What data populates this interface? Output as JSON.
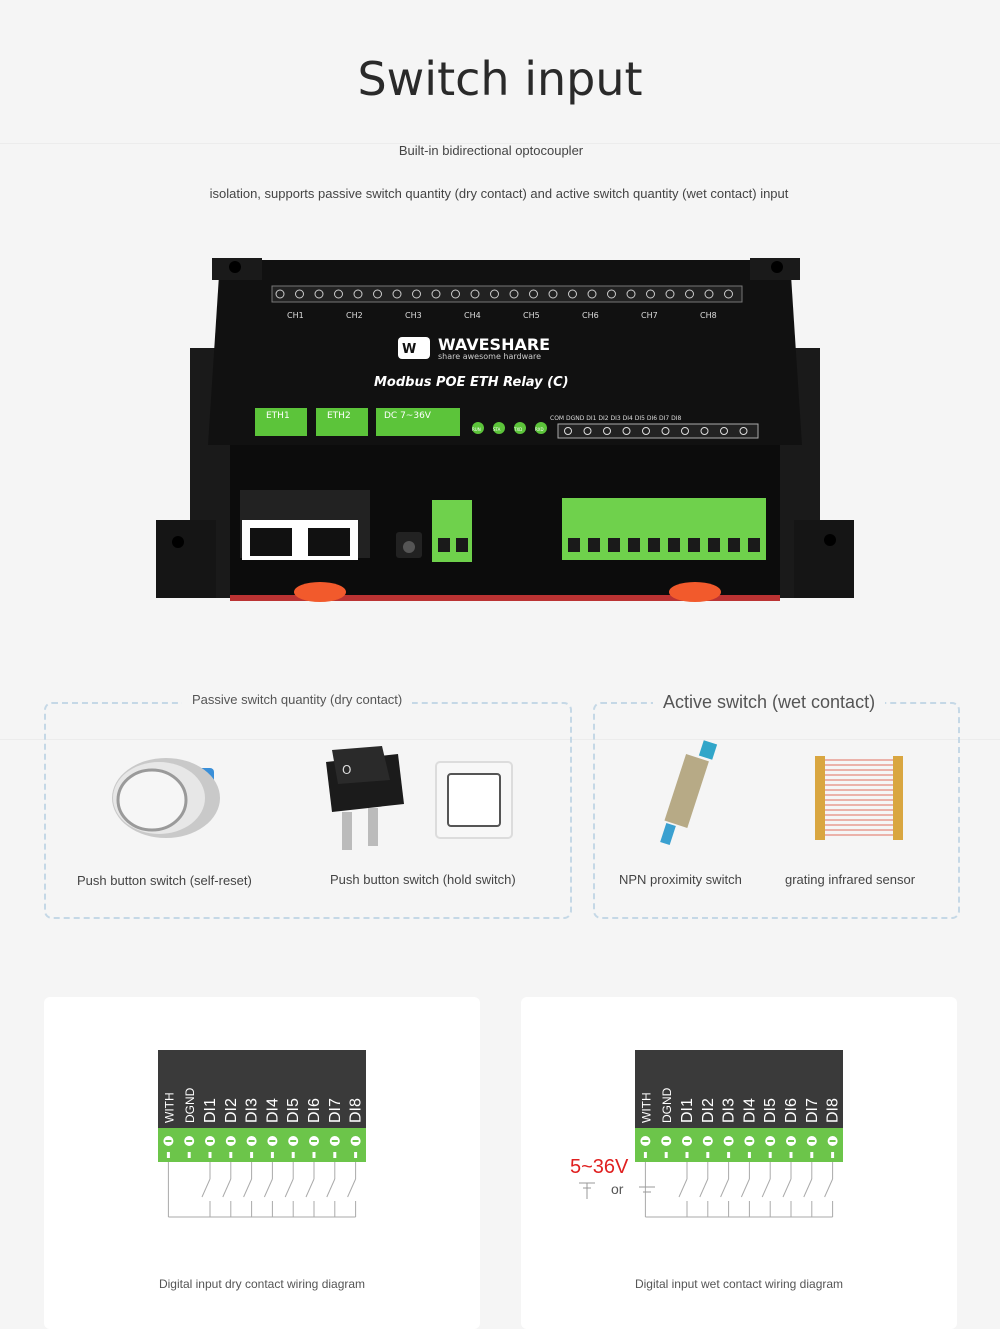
{
  "header": {
    "title": "Switch input",
    "line1": "Built-in bidirectional optocoupler",
    "line2": "isolation, supports passive switch quantity (dry contact) and active switch quantity (wet contact) input"
  },
  "device": {
    "channels": [
      "CH1",
      "CH2",
      "CH3",
      "CH4",
      "CH5",
      "CH6",
      "CH7",
      "CH8"
    ],
    "brand": "WAVESHARE",
    "tagline": "share awesome hardware",
    "model": "Modbus POE ETH Relay (C)",
    "eth1": "ETH1",
    "eth2": "ETH2",
    "dc": "DC 7~36V",
    "leds": [
      "RUN",
      "STA",
      "TXD",
      "RXD"
    ],
    "di_labels": [
      "COM",
      "DGND",
      "DI1",
      "DI2",
      "DI3",
      "DI4",
      "DI5",
      "DI6",
      "DI7",
      "DI8"
    ]
  },
  "passive": {
    "title": "Passive switch quantity (dry contact)",
    "items": [
      {
        "label": "Push button switch (self-reset)"
      },
      {
        "label": "Push button switch (hold switch)"
      }
    ]
  },
  "active": {
    "title": "Active switch (wet contact)",
    "items": [
      {
        "label": "NPN proximity switch"
      },
      {
        "label": "grating infrared sensor"
      }
    ]
  },
  "diagrams": [
    {
      "pins": [
        "WITH",
        "DGND",
        "DI1",
        "DI2",
        "DI3",
        "DI4",
        "DI5",
        "DI6",
        "DI7",
        "DI8"
      ],
      "caption": "Digital input dry contact wiring diagram"
    },
    {
      "pins": [
        "WITH",
        "DGND",
        "DI1",
        "DI2",
        "DI3",
        "DI4",
        "DI5",
        "DI6",
        "DI7",
        "DI8"
      ],
      "voltage": "5~36V",
      "or_label": "or",
      "caption": "Digital input wet contact wiring diagram"
    }
  ],
  "colors": {
    "terminal_green": "#7ed957",
    "voltage_red": "#e02020",
    "dashed_border": "#c5d8e6"
  }
}
